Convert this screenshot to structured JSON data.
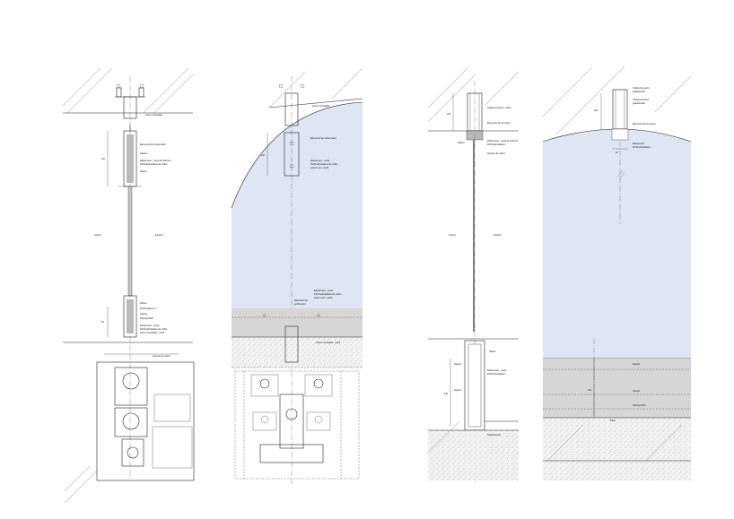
{
  "colors": {
    "glass": "#dde6f2",
    "gray_band": "#d6d6d6",
    "line": "#222222",
    "background": "#ffffff"
  },
  "icons": {
    "bolt": "bolt-icon",
    "clamp": "glass-clamp-icon"
  },
  "panel1": {
    "note_top": "Acero inoxidable",
    "note_fitting": "Elemento fijo pretensado",
    "note_spacer": "Spacer",
    "note_detail": "Elastomero - junta de silicona",
    "note_detail2": "Perfil abrazadera de vidrio",
    "note_fit2": "Silicón",
    "side_left": "Interior",
    "side_right": "Exterior",
    "note_low1": "Silicón",
    "note_low2": "Perfil sujecion 1",
    "note_low3": "Spacer",
    "note_low4": "Setting block",
    "note_low5": "Elastomero - junta",
    "note_low6": "Perfil abrazadera de vidrio",
    "note_low7": "Acero inoxidable - perfil",
    "note_base": "Soporte de acero",
    "dim_top": "120",
    "dim_low": "50"
  },
  "panel2": {
    "note_top": "Acero inoxidable",
    "note_fitting": "Elemento fijo pretensado",
    "note_fit2": "Elastomero - junta",
    "note_fit3": "Perfil abrazadera de vidrio",
    "note_fit4": "Acero inox - perfil",
    "note_mid1": "Elastomero - junta",
    "note_mid2": "Perfil abrazadera de vidrio",
    "note_mid3": "Acero inox - perfil",
    "note_low": "Elemento fijo",
    "note_low2": "perfil acero",
    "note_base": "Acero inoxidable - perfil",
    "dim_top": "120"
  },
  "panel3": {
    "note_top": "Chapa de acero - perfil",
    "note_fix": "Elemento fijo de acero",
    "note_fix2": "Silicón",
    "note_fix3": "Elastomero - junta de silicona",
    "note_fix4": "Perfil abrazadera",
    "note_fix5": "Soporte de acero",
    "side_left": "Interior",
    "side_right": "Exterior",
    "note_low1": "Silicón",
    "note_low2": "Spacer",
    "note_low3": "Elastomero - junta",
    "note_low4": "Perfil abrazadera",
    "note_low5": "Spacer",
    "note_low6": "Setting block",
    "dim_top": "150",
    "dim_low": "120"
  },
  "panel4": {
    "note_top1": "Chapa de acero",
    "note_top2": "galvanizado",
    "note_top3": "Chapa de acero",
    "note_top4": "galvanizado",
    "note_fix": "Elemento fijo de acero",
    "note_fix2": "Elastomero",
    "note_fix3": "Perfil abrazadera",
    "note_low1": "Spacer",
    "note_low2": "Spacer",
    "note_low3": "Setting block",
    "note_low4": "Base",
    "dim_top": "150",
    "dim_low": "120",
    "dim_w": "40"
  }
}
